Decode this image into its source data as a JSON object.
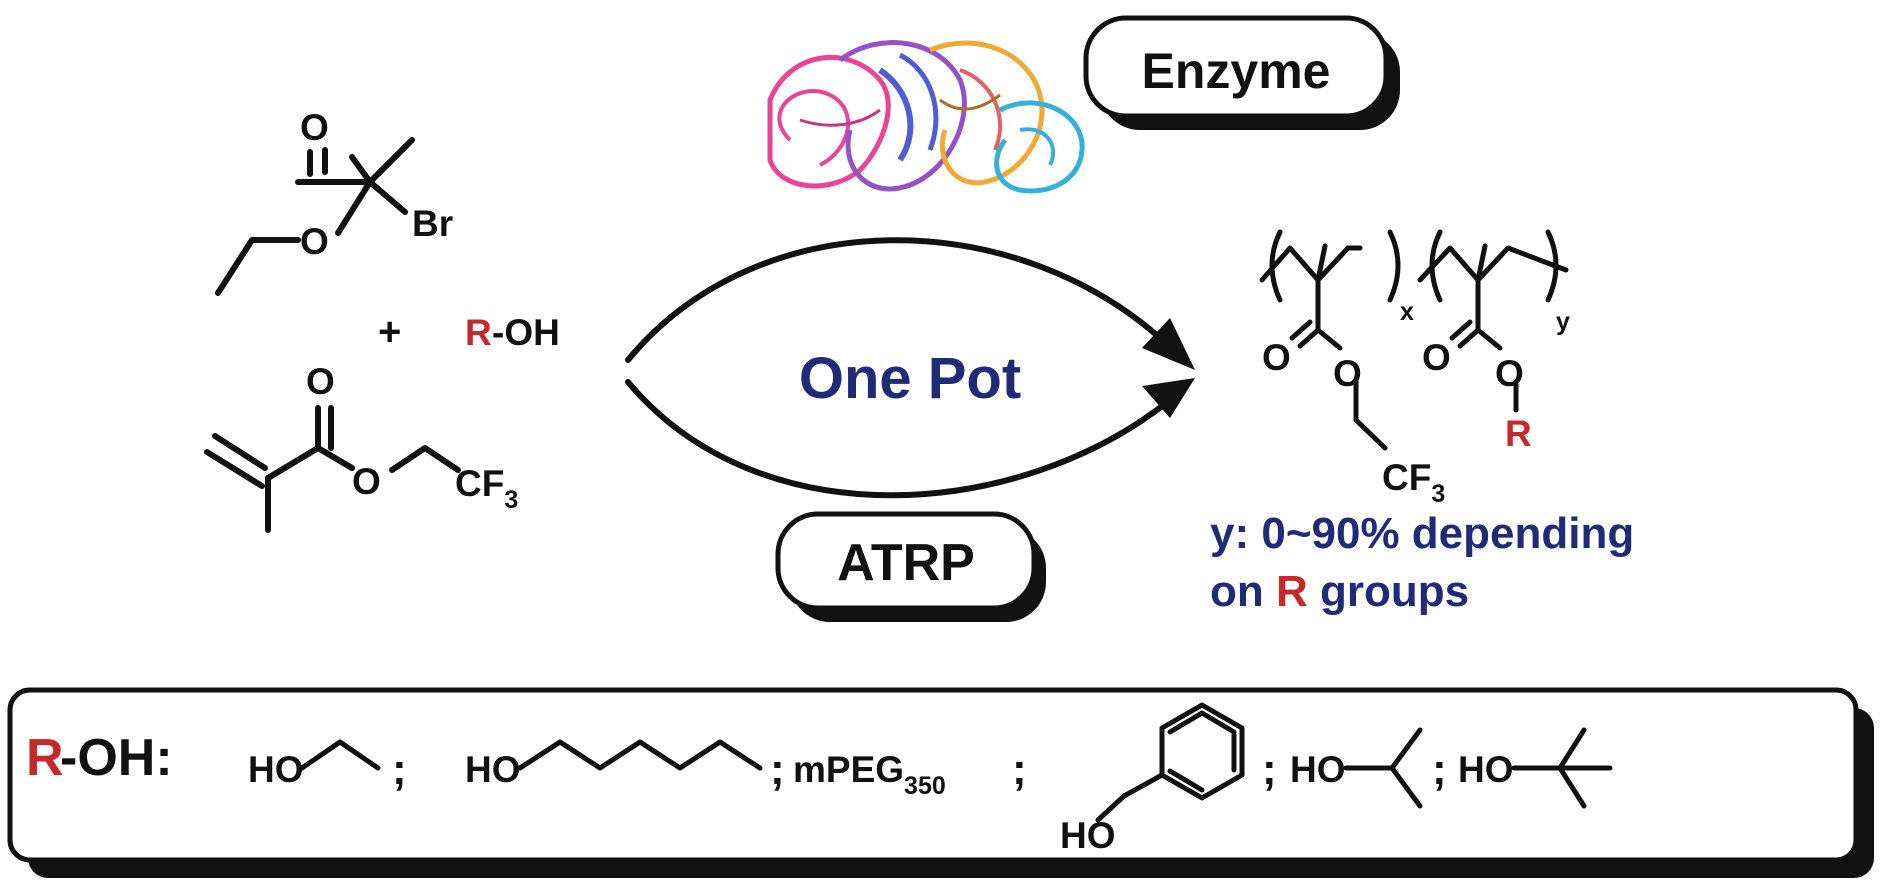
{
  "labels": {
    "enzyme": "Enzyme",
    "one_pot": "One Pot",
    "atrp": "ATRP",
    "plus": "+",
    "r": "R",
    "oh_suffix": "-OH",
    "oh_suffix_colon": "-OH:",
    "br": "Br",
    "o": "O",
    "cf": "CF",
    "sub3": "3",
    "x": "x",
    "y": "y",
    "ho": "HO",
    "semicolon": ";",
    "mpeg": "mPEG",
    "mpeg_sub": "350",
    "note_line1": "y: 0~90% depending",
    "note_line2_a": "on ",
    "note_line2_r": "R",
    "note_line2_b": " groups"
  },
  "colors": {
    "accent_red": "#c8282a",
    "navy": "#1f2a78",
    "ink": "#111111",
    "shadow": "#111111",
    "protein": [
      "#e8308c",
      "#8a40c0",
      "#3a4cd0",
      "#f0a020",
      "#20a8d8",
      "#e05050"
    ]
  }
}
